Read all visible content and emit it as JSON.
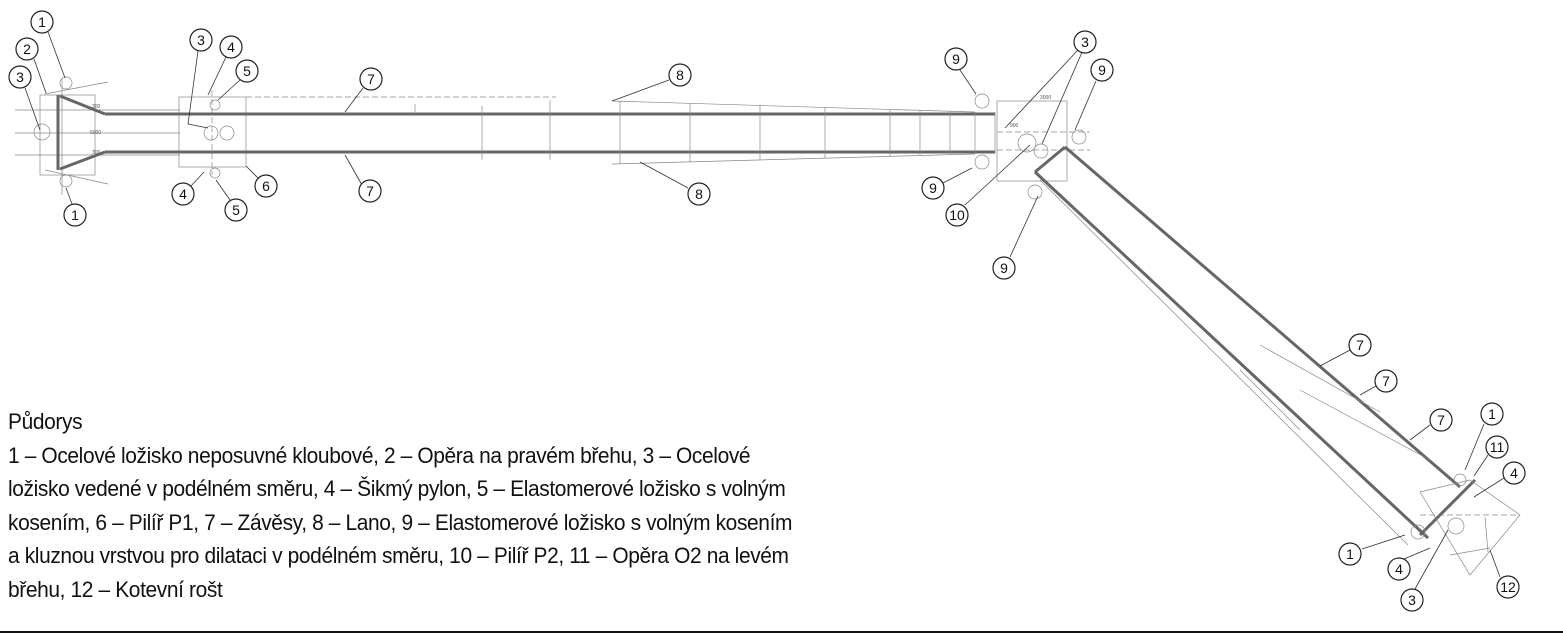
{
  "caption": {
    "title": "Půdorys",
    "lines": [
      "1 – Ocelové ložisko neposuvné kloubové, 2 – Opěra na pravém břehu, 3 – Ocelové",
      "ložisko vedené v podélném směru, 4 – Šikmý pylon, 5 – Elastomerové ložisko s volným",
      "kosením, 6 – Pilíř P1, 7 – Závěsy, 8 – Lano, 9 – Elastomerové ložisko s volným kosením",
      "a kluznou vrstvou pro dilataci v podélném směru, 10 – Pilíř P2, 11 – Opěra O2 na levém",
      "břehu, 12 – Kotevní rošt"
    ]
  },
  "callouts": [
    "1",
    "2",
    "3",
    "1",
    "3",
    "4",
    "5",
    "7",
    "6",
    "7",
    "4",
    "5",
    "8",
    "8",
    "9",
    "3",
    "9",
    "9",
    "10",
    "9",
    "7",
    "7",
    "7",
    "1",
    "11",
    "4",
    "1",
    "4",
    "3",
    "12"
  ],
  "dimensions": [
    "3000",
    "900",
    "300",
    "5000",
    "300"
  ]
}
